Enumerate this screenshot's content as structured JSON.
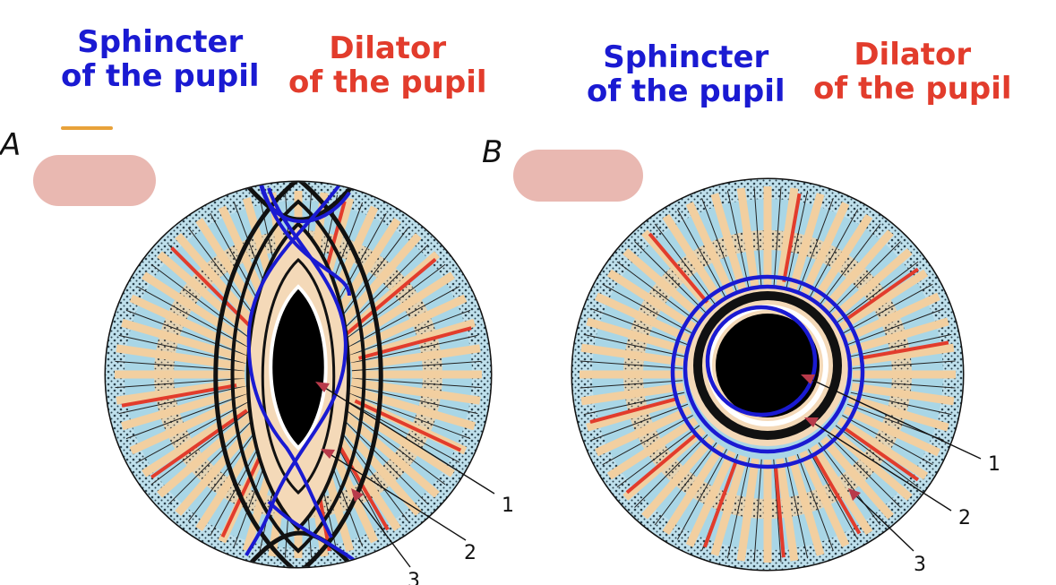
{
  "panels": [
    {
      "letter": "A",
      "sphincter_label": {
        "line1": "Sphincter",
        "line2": "of the pupil"
      },
      "dilator_label": {
        "line1": "Dilator",
        "line2": "of the pupil"
      },
      "pointer_numbers": [
        "1",
        "2",
        "3"
      ]
    },
    {
      "letter": "B",
      "sphincter_label": {
        "line1": "Sphincter",
        "line2": "of the pupil"
      },
      "dilator_label": {
        "line1": "Dilator",
        "line2": "of the pupil"
      },
      "pointer_numbers": [
        "1",
        "2",
        "3"
      ]
    }
  ],
  "colors": {
    "sphincter": "#1a1ad2",
    "dilator": "#e23c2c",
    "highlight_pill": "#e9b8b1",
    "iris_outer": "#a9d6e6",
    "iris_radial": "#f2cfa0",
    "pupil": "#000000"
  }
}
